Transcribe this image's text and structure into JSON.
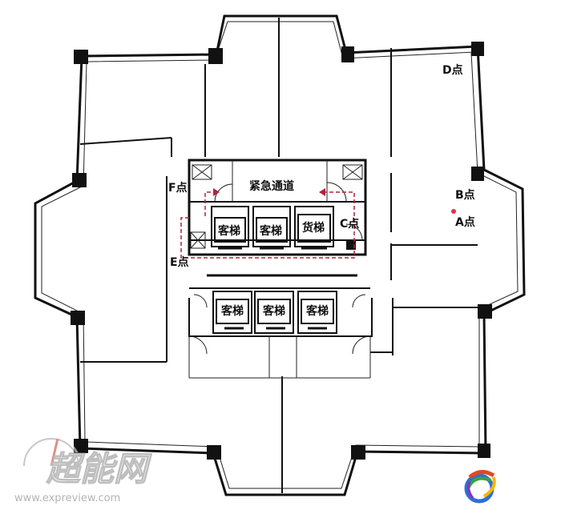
{
  "labels": {
    "emergency_passage": "紧急通道",
    "point_a": "A点",
    "point_b": "B点",
    "point_c": "C点",
    "point_d": "D点",
    "point_e": "E点",
    "point_f": "F点"
  },
  "elevators": {
    "upper": [
      "客梯",
      "客梯",
      "货梯"
    ],
    "lower": [
      "客梯",
      "客梯",
      "客梯"
    ]
  },
  "watermark": {
    "logo_text": "超能网",
    "url": "www.expreview.com"
  },
  "colors": {
    "route": "#b0243a",
    "point_marker": "#e0334a",
    "wall": "#111111"
  }
}
